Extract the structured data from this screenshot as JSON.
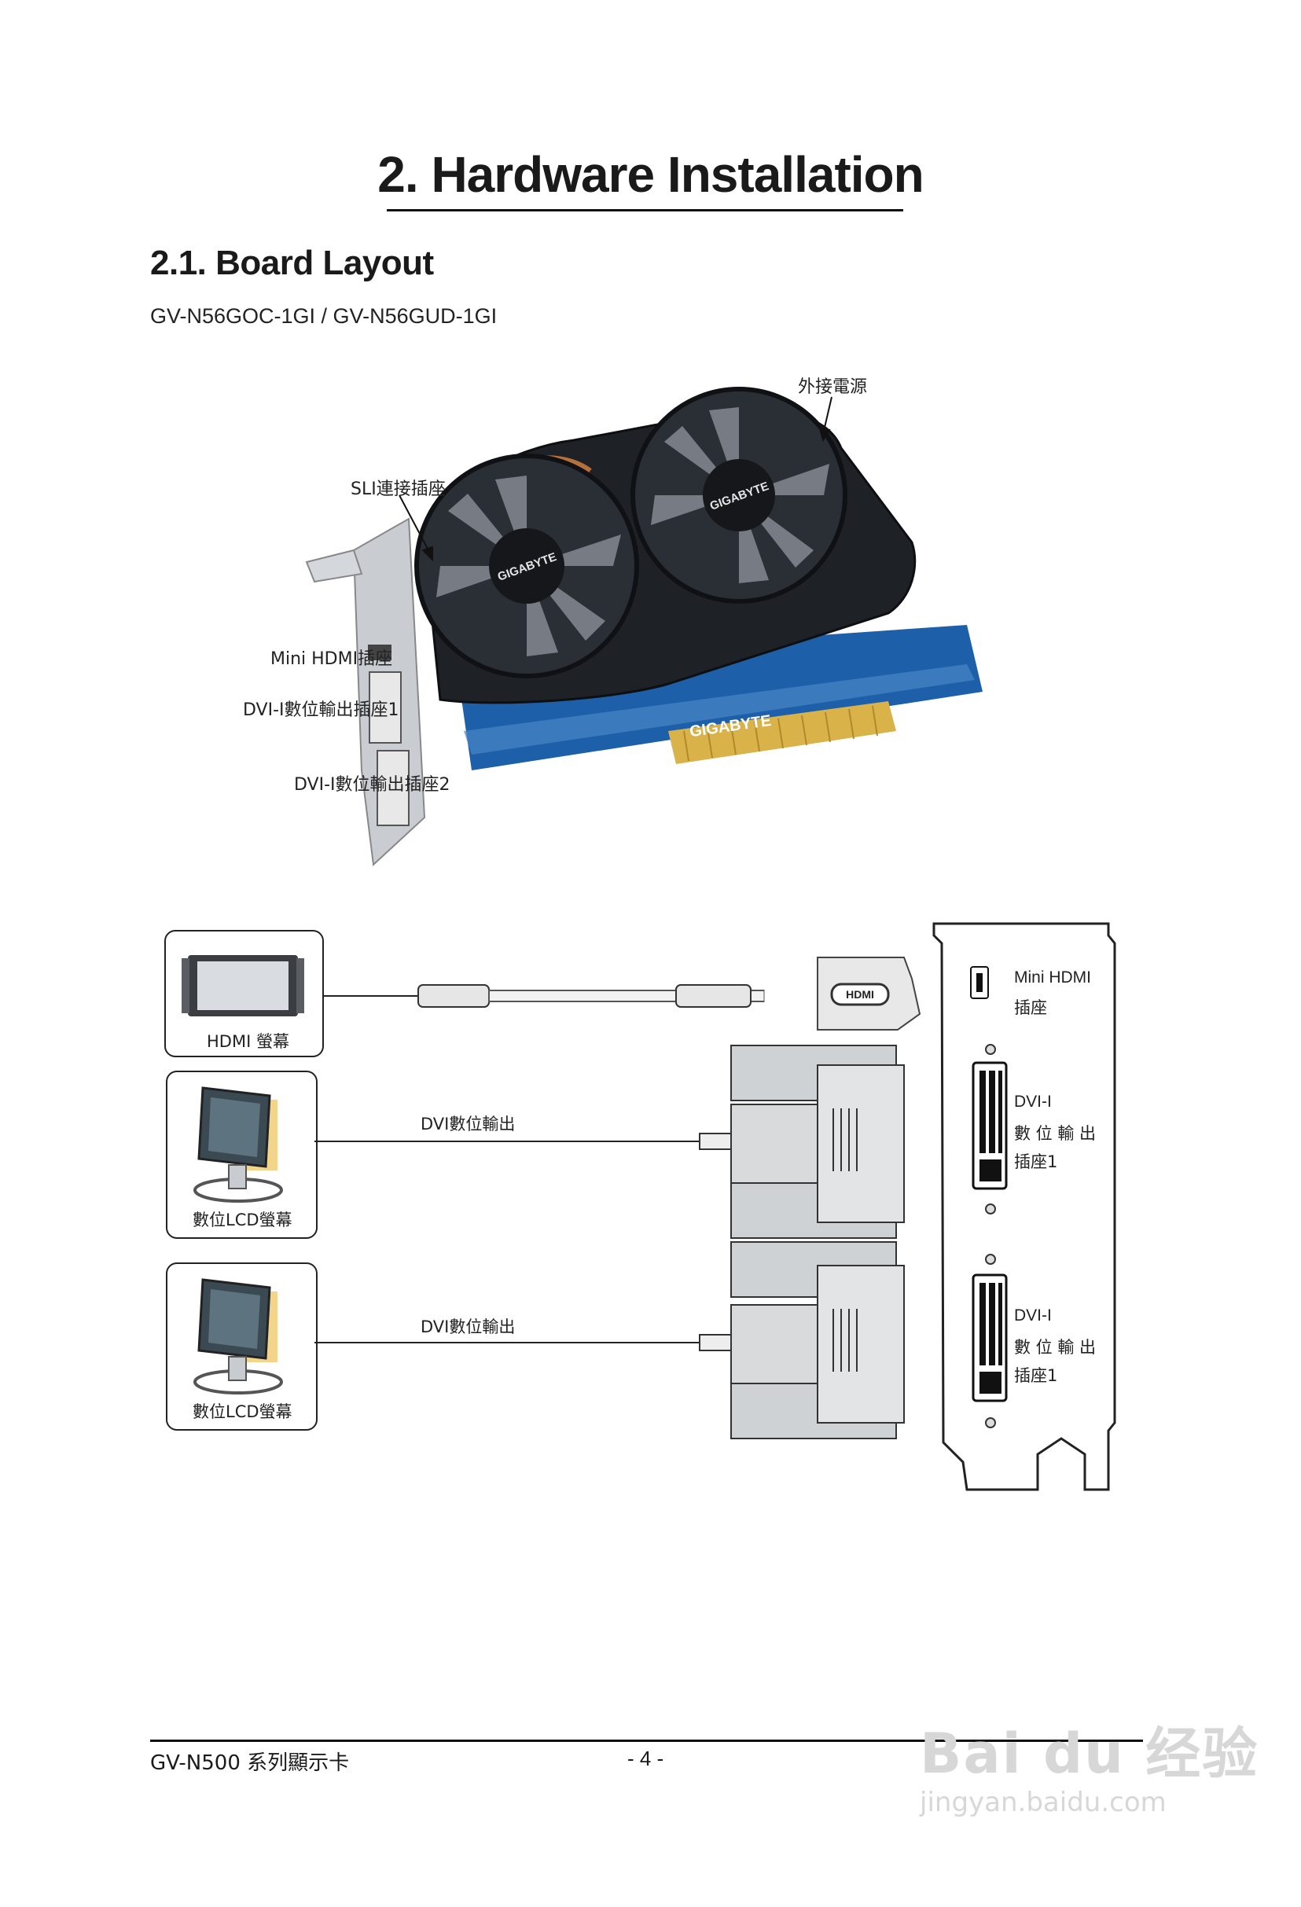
{
  "header": {
    "title": "2. Hardware Installation",
    "section": "2.1. Board Layout",
    "model": "GV-N56GOC-1GI / GV-N56GUD-1GI"
  },
  "card_labels": {
    "power": "外接電源",
    "sli": "SLI連接插座",
    "mini_hdmi": "Mini HDMI插座",
    "dvi1": "DVI-I數位輸出插座1",
    "dvi2": "DVI-I數位輸出插座2",
    "brand": "GIGABYTE"
  },
  "connections": {
    "hdmi_monitor": "HDMI 螢幕",
    "lcd1": "數位LCD螢幕",
    "lcd2": "數位LCD螢幕",
    "dvi_out1": "DVI數位輸出",
    "dvi_out2": "DVI數位輸出",
    "adapter": "HDMI"
  },
  "bracket": {
    "mini_hdmi_l1": "Mini HDMI",
    "mini_hdmi_l2": "插座",
    "dvi1_l1": "DVI-I",
    "dvi1_l2": "數 位 輸 出",
    "dvi1_l3": "插座1",
    "dvi2_l1": "DVI-I",
    "dvi2_l2": "數 位 輸 出",
    "dvi2_l3": "插座1"
  },
  "footer": {
    "left": "GV-N500 系列顯示卡",
    "page": "- 4 -"
  },
  "watermark": {
    "logo": "Bai du 经验",
    "url": "jingyan.baidu.com"
  },
  "colors": {
    "pcb_blue": "#1d5fa8",
    "fan_dark": "#2a2f36",
    "gold": "#d9b24a",
    "copper": "#b8703a"
  }
}
